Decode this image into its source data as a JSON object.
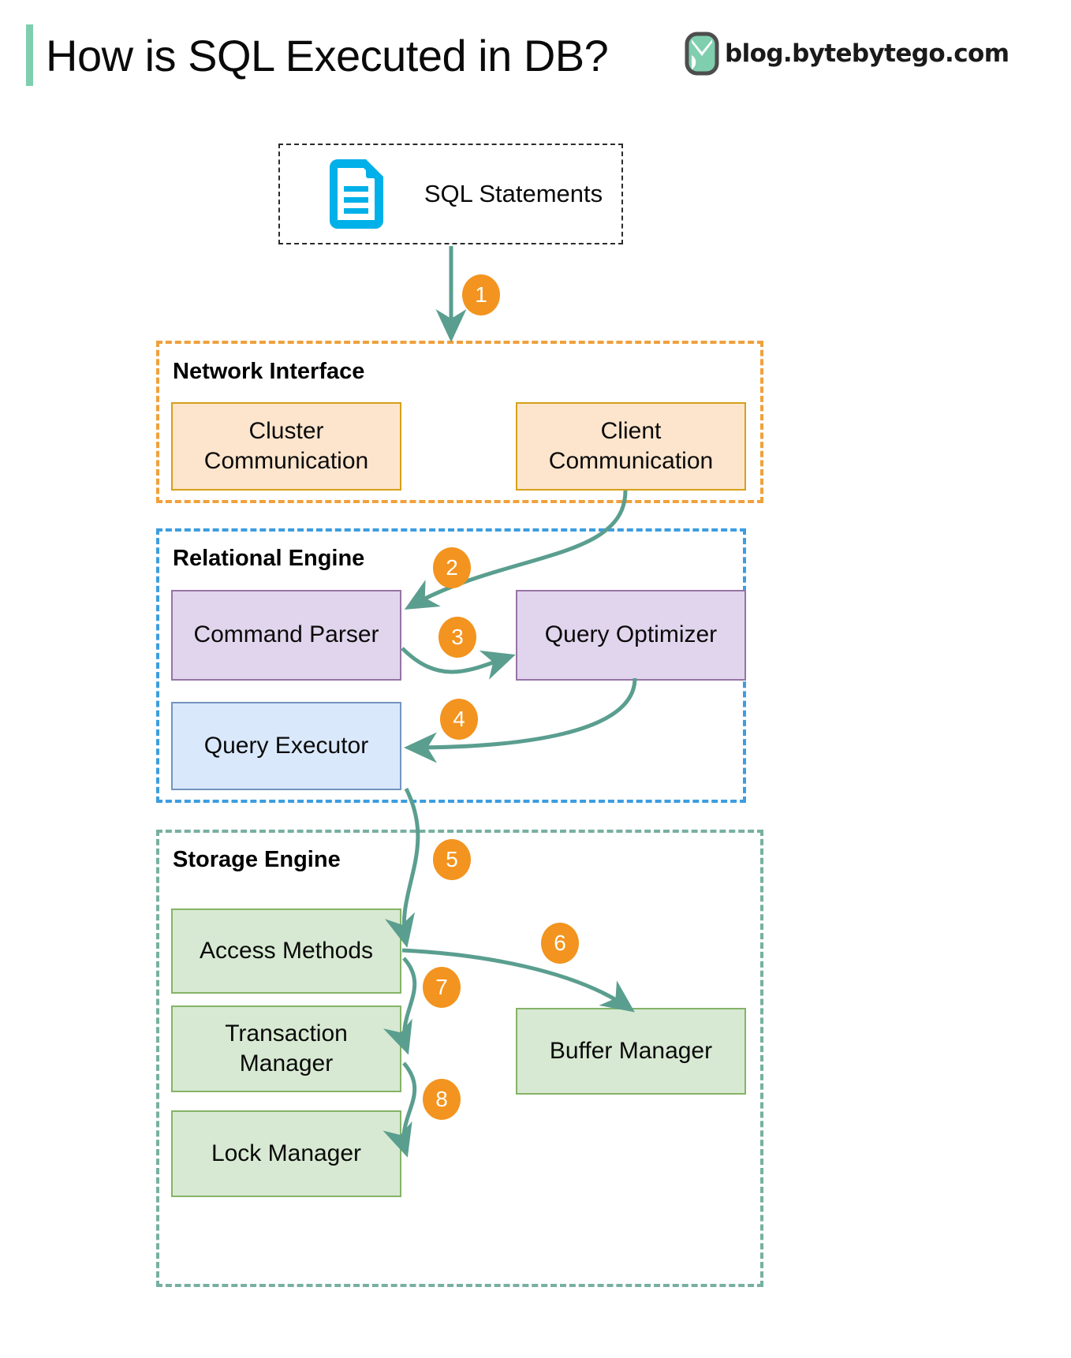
{
  "header": {
    "title": "How is SQL Executed in DB?",
    "brand_text": "blog.bytebytego.com",
    "accent_bar_color": "#7fcfaf",
    "logo_color": "#7fcfaf"
  },
  "source": {
    "label": "SQL Statements",
    "icon": "document-icon",
    "icon_color": "#00b0e8"
  },
  "groups": [
    {
      "id": "network-interface",
      "label": "Network Interface",
      "border_color": "#f0a13c",
      "nodes": [
        {
          "id": "cluster-communication",
          "label": "Cluster\nCommunication",
          "line1": "Cluster",
          "line2": "Communication",
          "fill": "#fde5cd",
          "stroke": "#d6a017"
        },
        {
          "id": "client-communication",
          "label": "Client\nCommunication",
          "line1": "Client",
          "line2": "Communication",
          "fill": "#fde5cd",
          "stroke": "#d6a017"
        }
      ]
    },
    {
      "id": "relational-engine",
      "label": "Relational Engine",
      "border_color": "#3d9de0",
      "nodes": [
        {
          "id": "command-parser",
          "label": "Command Parser",
          "fill": "#e1d5ed",
          "stroke": "#9673a6"
        },
        {
          "id": "query-optimizer",
          "label": "Query Optimizer",
          "fill": "#e1d5ed",
          "stroke": "#9673a6"
        },
        {
          "id": "query-executor",
          "label": "Query Executor",
          "fill": "#dae8fc",
          "stroke": "#7394c0"
        }
      ]
    },
    {
      "id": "storage-engine",
      "label": "Storage Engine",
      "border_color": "#77b0a0",
      "nodes": [
        {
          "id": "access-methods",
          "label": "Access Methods",
          "fill": "#d7e9d2",
          "stroke": "#85b367"
        },
        {
          "id": "transaction-manager",
          "label": "Transaction\nManager",
          "line1": "Transaction",
          "line2": "Manager",
          "fill": "#d7e9d2",
          "stroke": "#85b367"
        },
        {
          "id": "lock-manager",
          "label": "Lock Manager",
          "fill": "#d7e9d2",
          "stroke": "#85b367"
        },
        {
          "id": "buffer-manager",
          "label": "Buffer Manager",
          "fill": "#d7e9d2",
          "stroke": "#85b367"
        }
      ]
    }
  ],
  "steps": [
    {
      "number": "1",
      "from": "sql-statements",
      "to": "network-interface"
    },
    {
      "number": "2",
      "from": "client-communication",
      "to": "command-parser"
    },
    {
      "number": "3",
      "from": "command-parser",
      "to": "query-optimizer"
    },
    {
      "number": "4",
      "from": "query-optimizer",
      "to": "query-executor"
    },
    {
      "number": "5",
      "from": "query-executor",
      "to": "access-methods"
    },
    {
      "number": "6",
      "from": "access-methods",
      "to": "buffer-manager"
    },
    {
      "number": "7",
      "from": "access-methods",
      "to": "transaction-manager"
    },
    {
      "number": "8",
      "from": "transaction-manager",
      "to": "lock-manager"
    }
  ],
  "style": {
    "arrow_color": "#5a9e8f",
    "badge_color": "#f2941f",
    "badge_text_color": "#ffffff"
  }
}
